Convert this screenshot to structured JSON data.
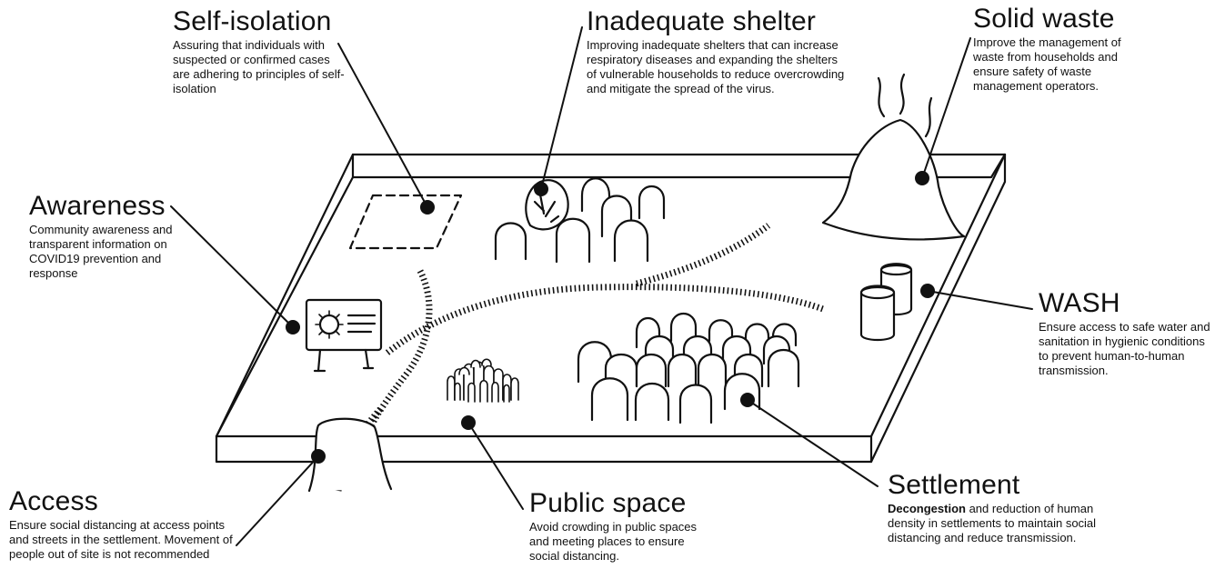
{
  "labels": {
    "self_isolation": {
      "title": "Self-isolation",
      "desc": "Assuring that individuals with suspected or confirmed cases are adhering to principles of self-isolation"
    },
    "inadequate_shelter": {
      "title": "Inadequate shelter",
      "desc": "Improving inadequate shelters that can increase respiratory diseases and expanding the shelters of vulnerable households to reduce overcrowding and mitigate the spread of the virus."
    },
    "solid_waste": {
      "title": "Solid waste",
      "desc": "Improve the management of waste from households and ensure safety of waste management operators."
    },
    "awareness": {
      "title": "Awareness",
      "desc": "Community awareness and transparent information on COVID19 prevention and response"
    },
    "wash": {
      "title": "WASH",
      "desc": "Ensure access to safe water and sanitation in hygienic conditions to prevent  human-to-human transmission."
    },
    "access": {
      "title": "Access",
      "desc": "Ensure social distancing at access points and streets in the settlement. Movement of people out of site is not recommended"
    },
    "public_space": {
      "title": "Public space",
      "desc": "Avoid crowding in public spaces and meeting places to ensure social distancing."
    },
    "settlement": {
      "title": "Settlement",
      "desc_bold": "Decongestion",
      "desc": " and reduction of human density in settlements to maintain social distancing and reduce transmission."
    }
  }
}
